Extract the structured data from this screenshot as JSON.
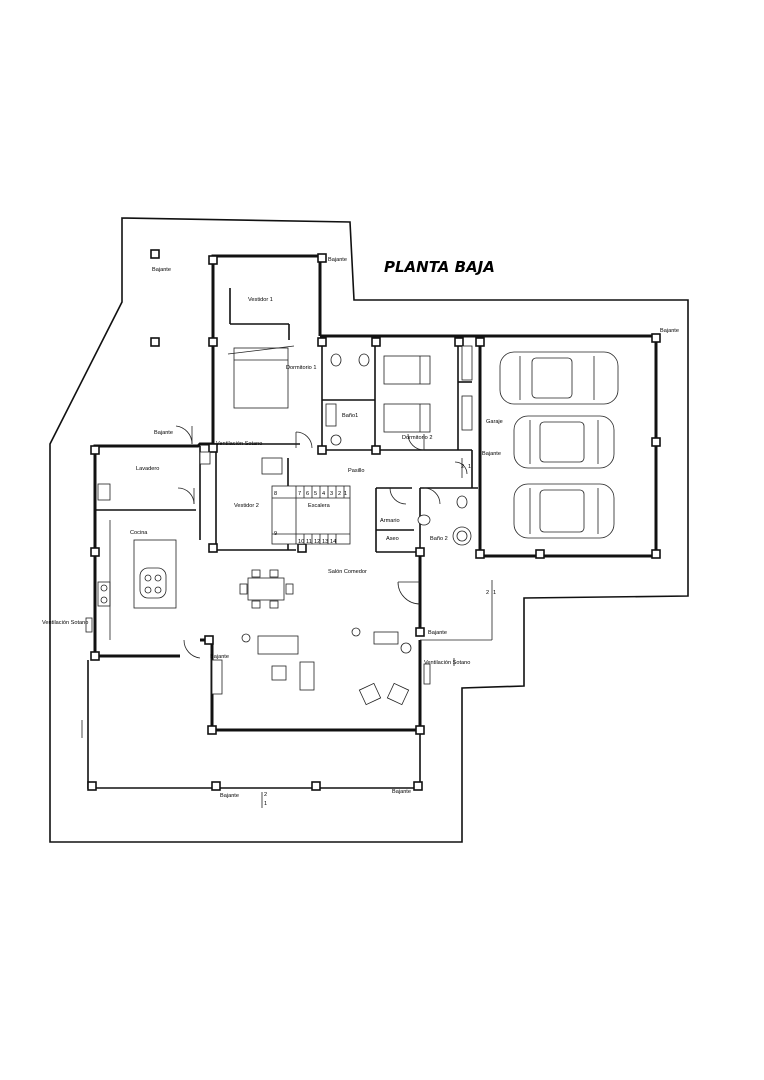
{
  "title": "PLANTA BAJA",
  "rooms": {
    "vestidor1": "Vestidor 1",
    "dormitorio1": "Dormitorio 1",
    "bano1": "Baño1",
    "dormitorio2": "Dormitorio 2",
    "garaje": "Garaje",
    "lavadero": "Lavadero",
    "ventilacion_sotano_top": "Ventilación Sotano",
    "pasillo": "Pasillo",
    "vestidor2": "Vestidor 2",
    "escalera": "Escalera",
    "armario": "Armario",
    "aseo": "Aseo",
    "bano2": "Baño 2",
    "cocina": "Cocina",
    "salon_comedor": "Salón Comedor",
    "ventilacion_sotano_left": "Ventilación Sotano",
    "ventilacion_sotano_right": "Ventilación Sotano"
  },
  "bajantes": {
    "b1": "Bajante",
    "b2": "Bajante",
    "b3": "Bajante",
    "b4": "Bajante",
    "b5": "Bajante",
    "b6": "Bajante",
    "b7": "Bajante",
    "b8": "Bajante",
    "b9": "Bajante"
  },
  "stairs": {
    "top": [
      "8",
      "7",
      "6",
      "5",
      "4",
      "3",
      "2",
      "1"
    ],
    "bottom": [
      "9",
      "10",
      "11",
      "12",
      "13",
      "14"
    ]
  },
  "section_marks": {
    "right_2": "2",
    "right_1": "1",
    "garage_2": "2",
    "garage_1": "1",
    "bottom_2": "2",
    "bottom_1": "1"
  }
}
